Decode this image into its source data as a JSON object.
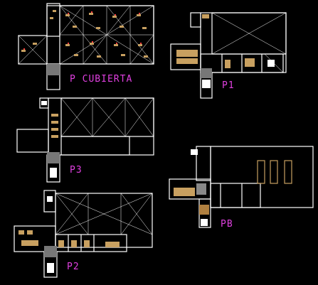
{
  "labels": {
    "cubierta": "P CUBIERTA",
    "p1": "P1",
    "p3": "P3",
    "pb": "PB",
    "p2": "P2"
  },
  "colors": {
    "background": "#000000",
    "lines": "#ffffff",
    "label": "#e040e0",
    "detail": "#c8a060",
    "accent": "#ff4040",
    "hatch": "#888888"
  }
}
